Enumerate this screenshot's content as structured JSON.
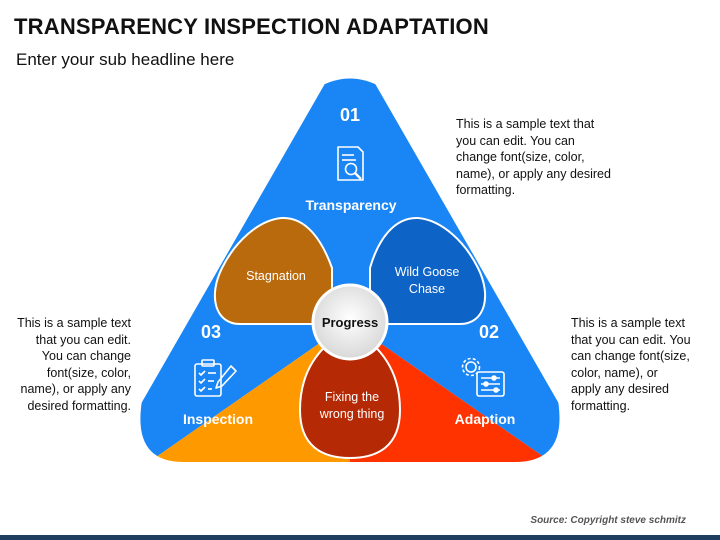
{
  "header": {
    "title": "TRANSPARENCY INSPECTION ADAPTATION",
    "subtitle": "Enter your sub headline here"
  },
  "segments": {
    "transparency": {
      "number": "01",
      "label": "Transparency",
      "icon": "document-search-icon",
      "color": "#1a85f5"
    },
    "adaption": {
      "number": "02",
      "label": "Adaption",
      "icon": "settings-sliders-icon",
      "color": "#ff3300"
    },
    "inspection": {
      "number": "03",
      "label": "Inspection",
      "icon": "checklist-clipboard-icon",
      "color": "#ff9900"
    }
  },
  "petals": {
    "stagnation": {
      "label": "Stagnation",
      "color": "#b86a0d"
    },
    "wild_goose_chase": {
      "label_line1": "Wild Goose",
      "label_line2": "Chase",
      "color": "#0d63c6"
    },
    "fixing": {
      "label_line1": "Fixing the",
      "label_line2": "wrong thing",
      "color": "#b52a05"
    }
  },
  "center": {
    "label": "Progress"
  },
  "descriptions": {
    "top": "This is a sample text that you can edit. You can change font(size, color, name), or apply any desired formatting.",
    "left": "This is a sample text that you can edit. You can change font(size, color, name), or apply any desired formatting.",
    "right": "This is a sample text that you can edit. You can change font(size, color, name), or apply any desired formatting."
  },
  "footer": {
    "source": "Source: Copyright steve schmitz"
  }
}
